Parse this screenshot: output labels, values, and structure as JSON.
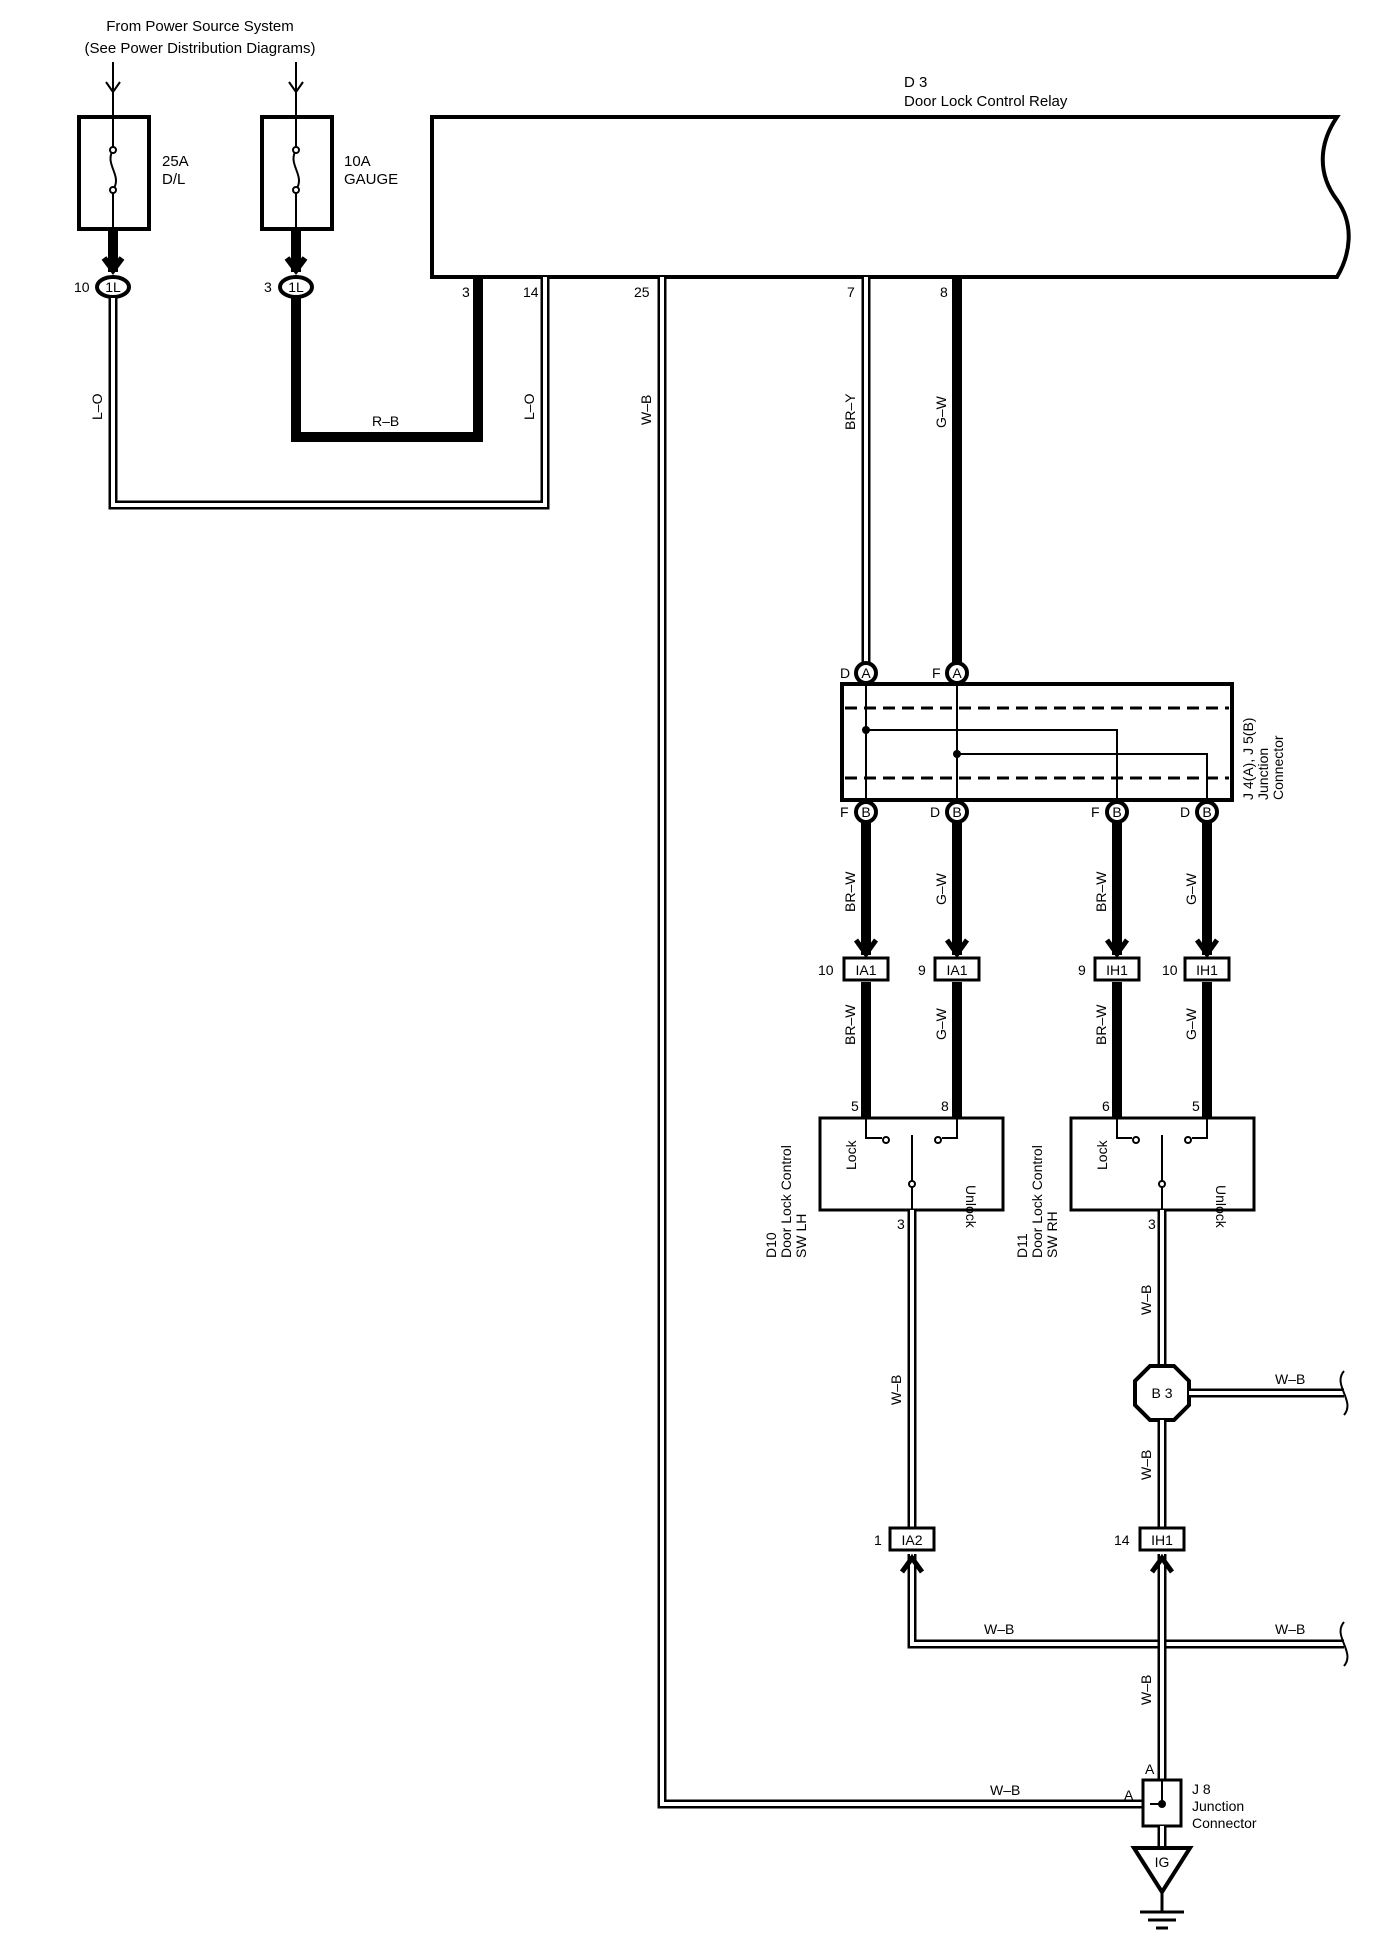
{
  "power_source": {
    "line1": "From Power Source System",
    "line2": "(See Power Distribution Diagrams)"
  },
  "fuses": [
    {
      "rating": "25A",
      "name": "D/L",
      "pin": "10",
      "connector": "1L"
    },
    {
      "rating": "10A",
      "name": "GAUGE",
      "pin": "3",
      "connector": "1L"
    }
  ],
  "relay": {
    "id": "D 3",
    "name": "Door Lock Control Relay",
    "pins": [
      "3",
      "14",
      "25",
      "7",
      "8"
    ]
  },
  "wires": {
    "l_o": "L–O",
    "r_b": "R–B",
    "w_b": "W–B",
    "br_y": "BR–Y",
    "g_w": "G–W",
    "br_w": "BR–W"
  },
  "junction_j4": {
    "name_line1": "J 4(A), J 5(B)",
    "name_line2": "Junction",
    "name_line3": "Connector",
    "top": [
      {
        "pin": "D",
        "conn": "A"
      },
      {
        "pin": "F",
        "conn": "A"
      }
    ],
    "bottom": [
      {
        "pin": "F",
        "conn": "B"
      },
      {
        "pin": "D",
        "conn": "B"
      },
      {
        "pin": "F",
        "conn": "B"
      },
      {
        "pin": "D",
        "conn": "B"
      }
    ]
  },
  "inline_connectors": [
    {
      "pin": "10",
      "name": "IA1"
    },
    {
      "pin": "9",
      "name": "IA1"
    },
    {
      "pin": "9",
      "name": "IH1"
    },
    {
      "pin": "10",
      "name": "IH1"
    },
    {
      "pin": "1",
      "name": "IA2"
    },
    {
      "pin": "14",
      "name": "IH1"
    }
  ],
  "switch_lh": {
    "id": "D10",
    "name_line1": "Door Lock Control",
    "name_line2": "SW LH",
    "lock": "Lock",
    "unlock": "Unlock",
    "pins": [
      "5",
      "8",
      "3"
    ]
  },
  "switch_rh": {
    "id": "D11",
    "name_line1": "Door Lock Control",
    "name_line2": "SW RH",
    "lock": "Lock",
    "unlock": "Unlock",
    "pins": [
      "6",
      "5",
      "3"
    ]
  },
  "splice_b3": {
    "name": "B 3"
  },
  "junction_j8": {
    "id": "J 8",
    "name_line1": "Junction",
    "name_line2": "Connector",
    "pin": "A"
  },
  "ground": {
    "name": "IG"
  }
}
